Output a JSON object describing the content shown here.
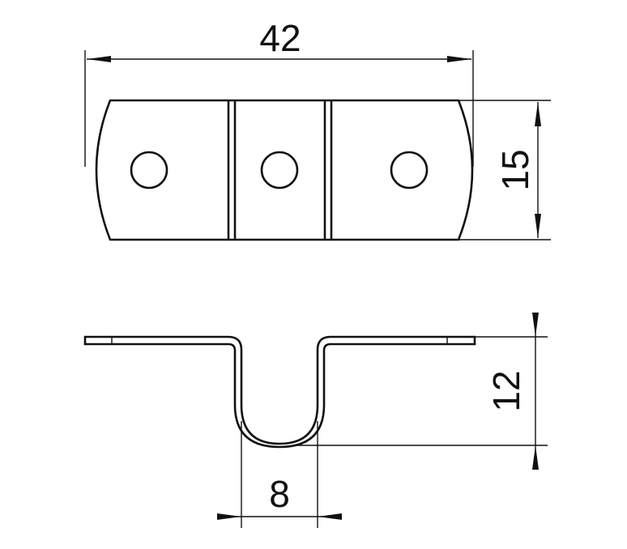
{
  "diagram": {
    "dimensions": {
      "width_label": "42",
      "height_label": "15",
      "bend_height_label": "12",
      "channel_width_label": "8"
    },
    "colors": {
      "line": "#111111",
      "background": "#ffffff"
    }
  }
}
